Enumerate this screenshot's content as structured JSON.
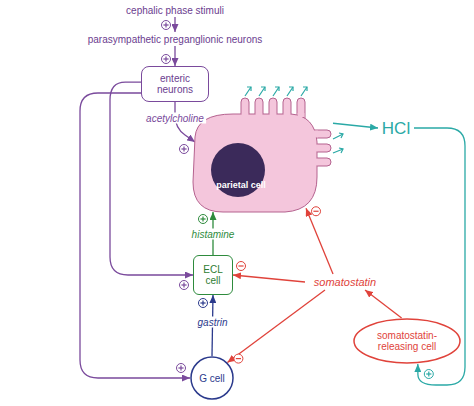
{
  "diagram": {
    "nodes": [
      {
        "text": [
          "cephalic phase stimuli"
        ]
      },
      {
        "text": [
          "parasympathetic preganglionic neurons"
        ]
      },
      {
        "text": [
          "enteric neurons"
        ]
      },
      {
        "text": [
          "parietal cell"
        ]
      },
      {
        "text": [
          "HCl"
        ]
      },
      {
        "text": [
          "ECL cell"
        ]
      },
      {
        "text": [
          "somatostatin"
        ]
      },
      {
        "text": [
          "somatostatin- releasing cell"
        ]
      },
      {
        "text": [
          "G cell"
        ]
      }
    ],
    "edges": [
      {
        "from": 0,
        "to": 1,
        "arrow": "to"
      },
      {
        "from": 1,
        "to": 2,
        "arrow": "to"
      },
      {
        "from": 2,
        "to": 3,
        "label": "acetylcholine",
        "arrow": "to"
      },
      {
        "from": 2,
        "to": 5,
        "arrow": "to"
      },
      {
        "from": 2,
        "to": 8,
        "arrow": "to"
      },
      {
        "from": 8,
        "to": 5,
        "label": "gastrin",
        "arrow": "to"
      },
      {
        "from": 5,
        "to": 3,
        "label": "histamine",
        "arrow": "to"
      },
      {
        "from": 3,
        "to": 4,
        "arrow": "to"
      },
      {
        "from": 4,
        "to": 7,
        "arrow": "to"
      },
      {
        "from": 7,
        "to": 6,
        "arrow": "to"
      },
      {
        "from": 6,
        "to": 3,
        "arrow": "to"
      },
      {
        "from": 6,
        "to": 5,
        "arrow": "to"
      },
      {
        "from": 6,
        "to": 8,
        "arrow": "to"
      }
    ]
  }
}
